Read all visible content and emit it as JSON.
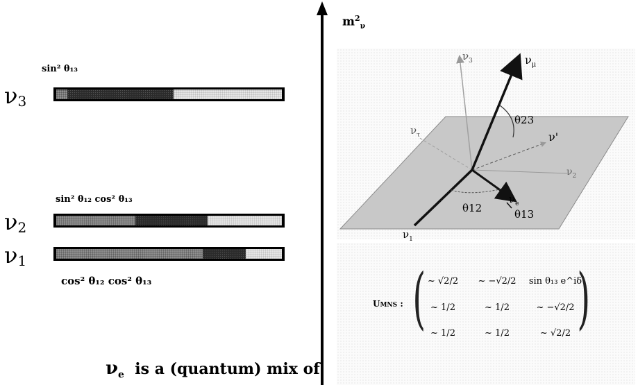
{
  "levels": [
    {
      "name": "v3",
      "symbol": "ν",
      "index": "3",
      "annotation": "sin² θ₁₃",
      "fractions": {
        "e": 0.05,
        "mu": 0.47,
        "tau": 0.48
      }
    },
    {
      "name": "v2",
      "symbol": "ν",
      "index": "2",
      "annotation": "sin² θ₁₂ cos² θ₁₃",
      "fractions": {
        "e": 0.35,
        "mu": 0.32,
        "tau": 0.33
      }
    },
    {
      "name": "v1",
      "symbol": "ν",
      "index": "1",
      "annotation": "cos² θ₁₂ cos² θ₁₃",
      "fractions": {
        "e": 0.65,
        "mu": 0.19,
        "tau": 0.16
      }
    }
  ],
  "bottom_text": {
    "symbol": "ν",
    "subscript": "e",
    "text": "is a (quantum)  mix of"
  },
  "axis": {
    "base": "m",
    "sup": "2",
    "sub": "ν"
  },
  "vectors": {
    "nu3": {
      "symbol": "ν",
      "sub": "3"
    },
    "numu": {
      "symbol": "ν",
      "sub": "μ"
    },
    "nutau": {
      "symbol": "ν",
      "sub": "τ"
    },
    "nuprime": {
      "symbol": "ν'"
    },
    "nu2": {
      "symbol": "ν",
      "sub": "2"
    },
    "nu1": {
      "symbol": "ν",
      "sub": "1"
    },
    "nue": {
      "symbol": "ν",
      "sub": "e"
    }
  },
  "angles": {
    "t23": "θ23",
    "t12": "θ12",
    "t13": "θ13"
  },
  "matrix": {
    "label": "U",
    "label_sub": "MNS",
    "label_suffix": " :",
    "rows": [
      [
        "~ √2/2",
        "~ −√2/2",
        "sin θ₁₃ e^iδ"
      ],
      [
        "~ 1/2",
        "~ 1/2",
        "~ −√2/2"
      ],
      [
        "~ 1/2",
        "~ 1/2",
        "~ √2/2"
      ]
    ]
  },
  "colors": {
    "e": "#8f8f8f",
    "mu": "#2b2b2b",
    "tau": "#e6e6e6",
    "plane": "#c8c8c8"
  }
}
